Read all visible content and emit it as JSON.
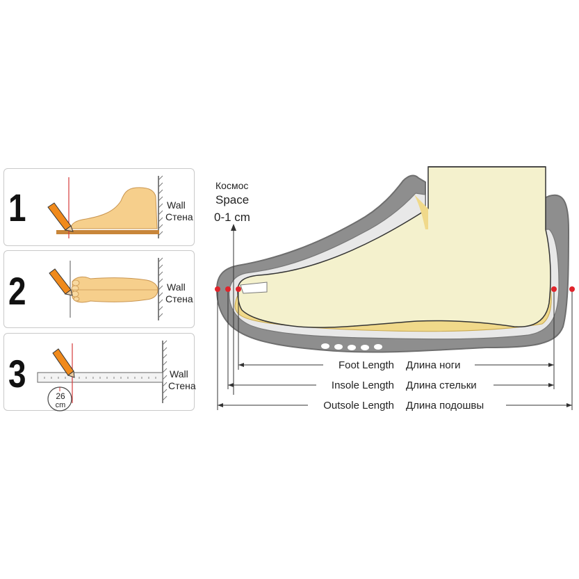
{
  "steps": [
    {
      "number": "1",
      "wall_en": "Wall",
      "wall_ru": "Стена"
    },
    {
      "number": "2",
      "wall_en": "Wall",
      "wall_ru": "Стена"
    },
    {
      "number": "3",
      "wall_en": "Wall",
      "wall_ru": "Стена",
      "gauge_value": "26",
      "gauge_unit": "cm"
    }
  ],
  "space_label": {
    "ru": "Космос",
    "en": "Space",
    "value": "0-1 cm"
  },
  "measurements": [
    {
      "en": "Foot Length",
      "ru": "Длина ноги"
    },
    {
      "en": "Insole Length",
      "ru": "Длина стельки"
    },
    {
      "en": "Outsole Length",
      "ru": "Длина подошвы"
    }
  ],
  "colors": {
    "sole_gray": "#8e8e8e",
    "foot_cream": "#f4f1cd",
    "insole_yellow": "#f0d98a",
    "marker_red": "#e0242b",
    "pencil_orange": "#f08a1c",
    "guide_red": "#d63a3a"
  }
}
